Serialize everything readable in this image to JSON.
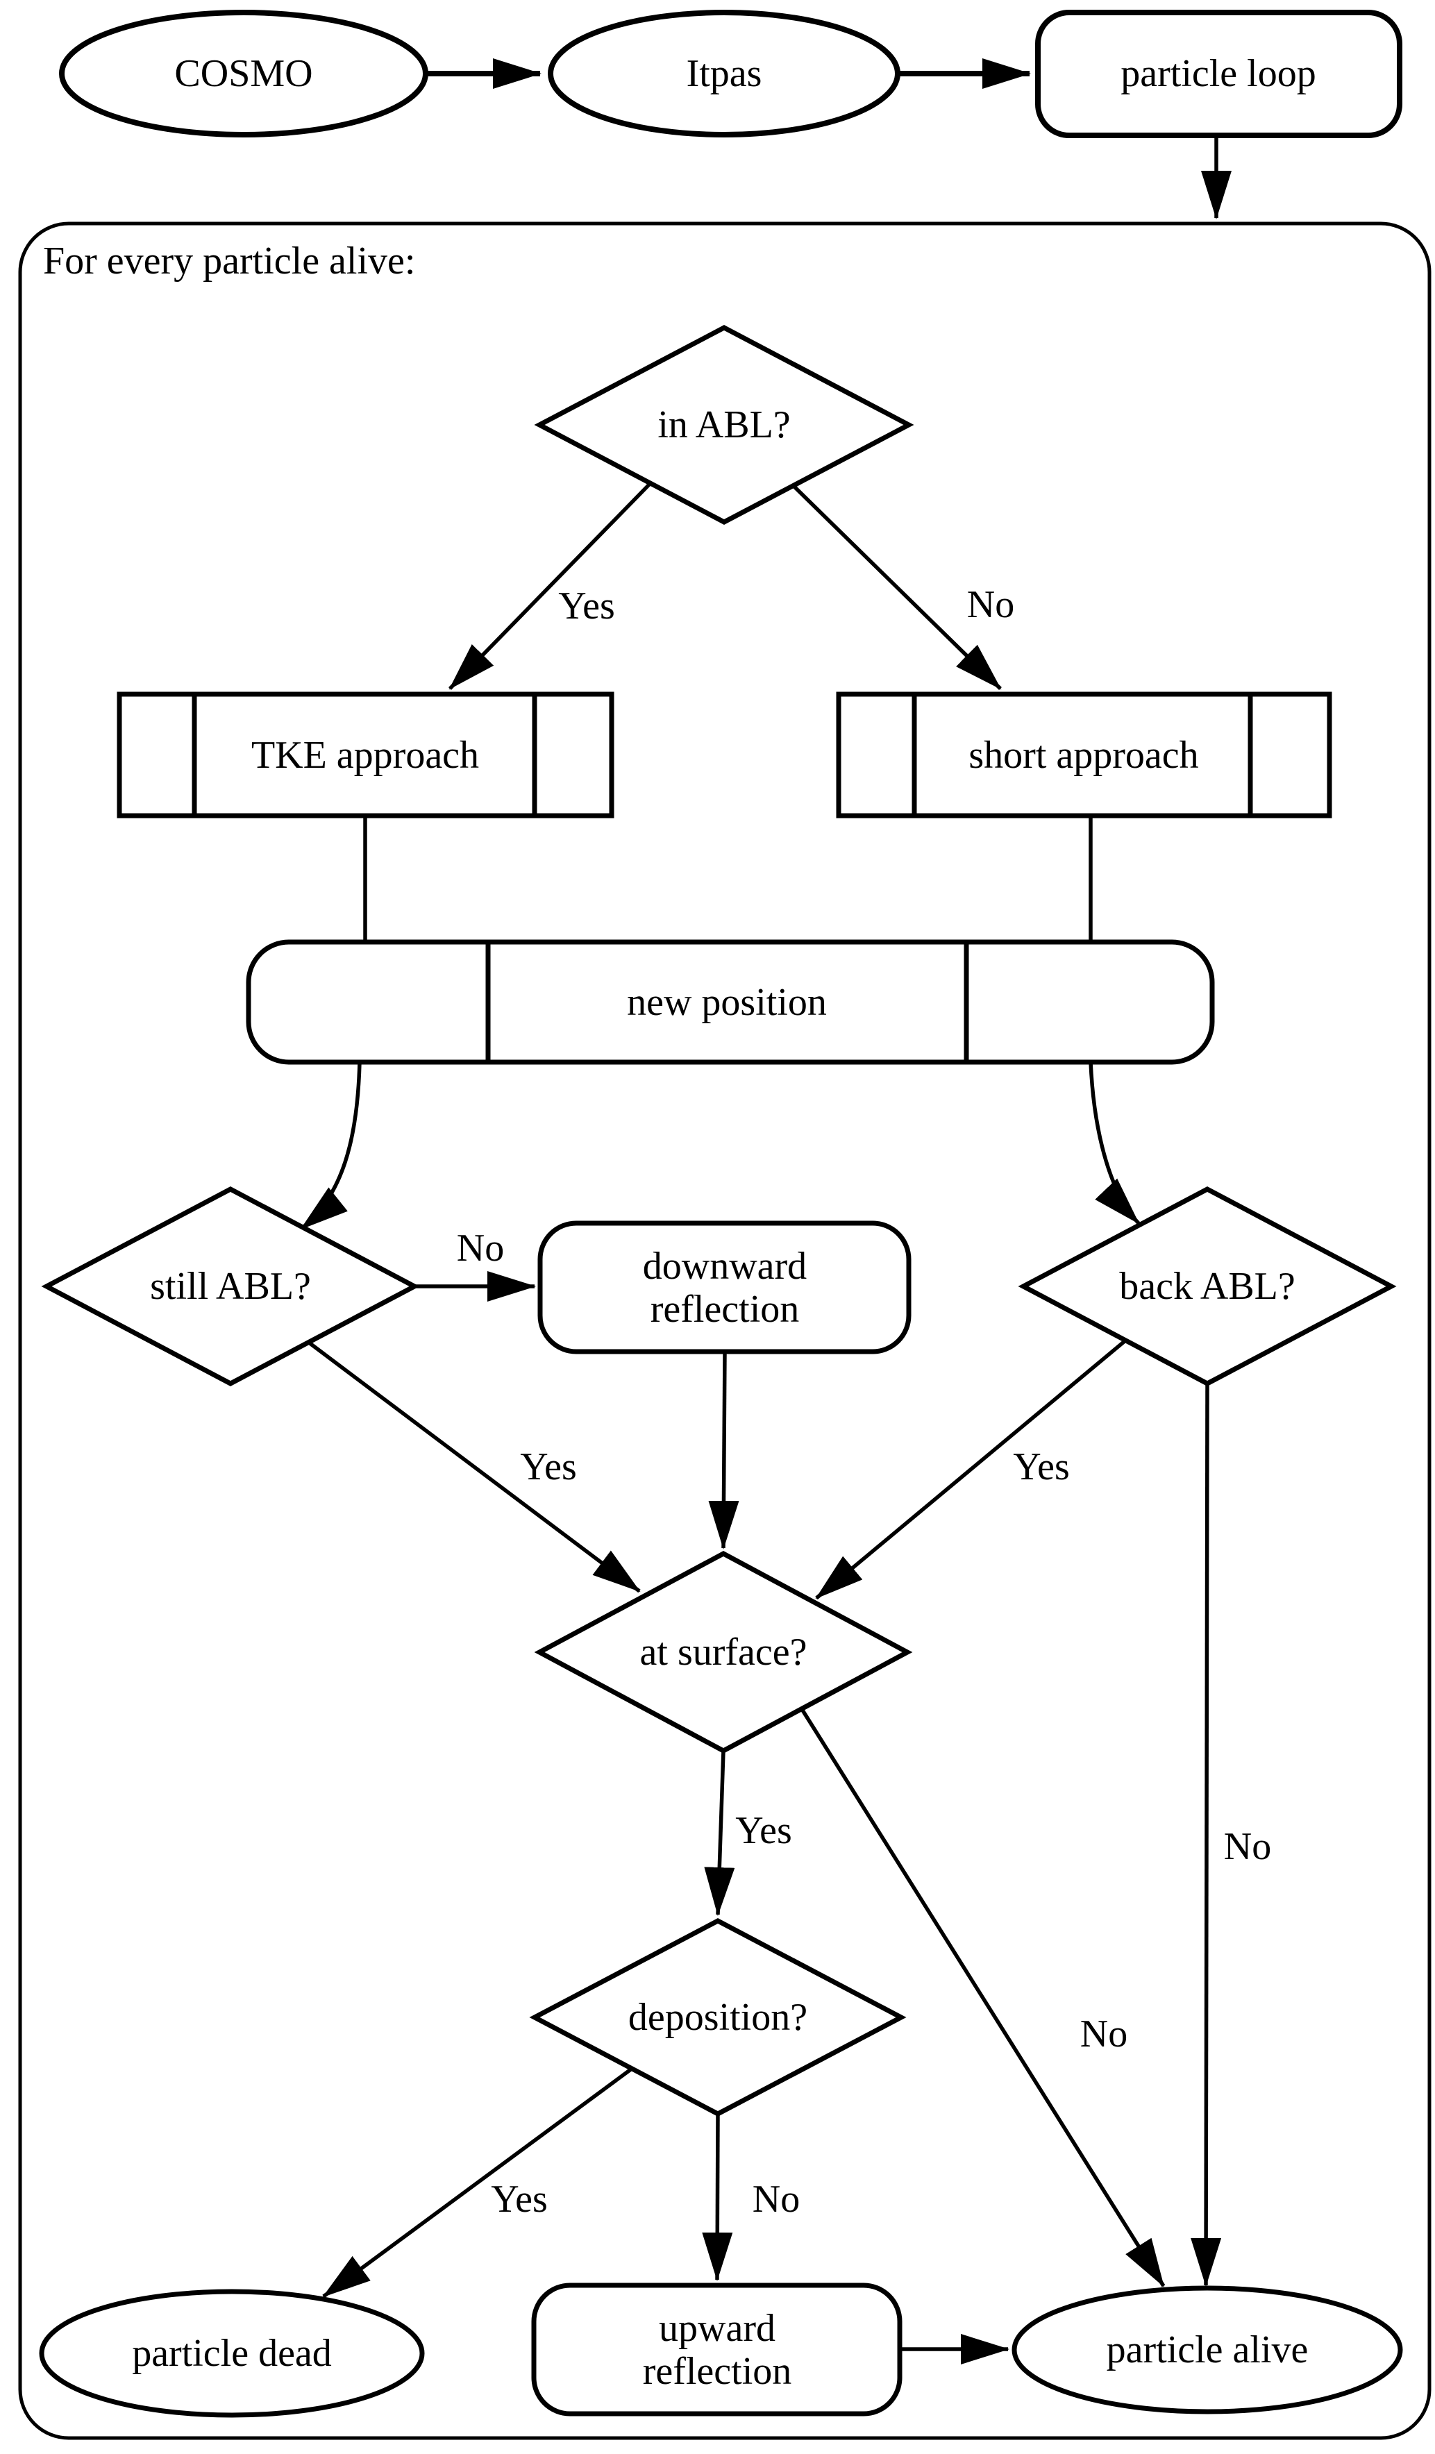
{
  "diagram": {
    "type": "flowchart",
    "colors": {
      "background": "#ffffff",
      "stroke": "#000000",
      "text": "#000000"
    },
    "container_label": "For every particle alive:",
    "nodes": {
      "cosmo": {
        "label": "COSMO",
        "shape": "ellipse"
      },
      "itpas": {
        "label": "Itpas",
        "shape": "ellipse"
      },
      "particle_loop": {
        "label": "particle loop",
        "shape": "rounded-rect"
      },
      "in_abl": {
        "label": "in ABL?",
        "shape": "diamond"
      },
      "tke_approach": {
        "label": "TKE approach",
        "shape": "subroutine"
      },
      "short_approach": {
        "label": "short approach",
        "shape": "subroutine"
      },
      "new_position": {
        "label": "new position",
        "shape": "rounded-subroutine"
      },
      "still_abl": {
        "label": "still ABL?",
        "shape": "diamond"
      },
      "downward_reflection": {
        "line1": "downward",
        "line2": "reflection",
        "shape": "rounded-rect"
      },
      "back_abl": {
        "label": "back ABL?",
        "shape": "diamond"
      },
      "at_surface": {
        "label": "at surface?",
        "shape": "diamond"
      },
      "deposition": {
        "label": "deposition?",
        "shape": "diamond"
      },
      "particle_dead": {
        "label": "particle dead",
        "shape": "ellipse"
      },
      "upward_reflection": {
        "line1": "upward",
        "line2": "reflection",
        "shape": "rounded-rect"
      },
      "particle_alive": {
        "label": "particle alive",
        "shape": "ellipse"
      }
    },
    "edge_labels": {
      "in_abl_yes": "Yes",
      "in_abl_no": "No",
      "still_abl_no": "No",
      "still_abl_yes": "Yes",
      "back_abl_yes": "Yes",
      "back_abl_no": "No",
      "at_surface_yes": "Yes",
      "at_surface_no": "No",
      "deposition_yes": "Yes",
      "deposition_no": "No"
    }
  }
}
